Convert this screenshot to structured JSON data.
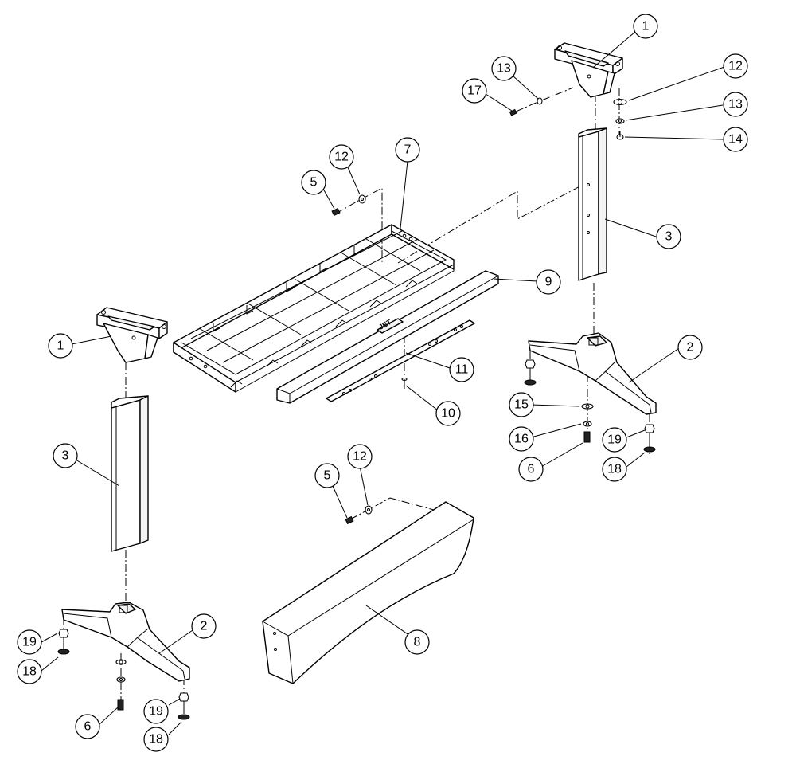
{
  "diagram": {
    "brand_text": "JET",
    "callouts": {
      "c1a": "1",
      "c1b": "1",
      "c2a": "2",
      "c2b": "2",
      "c3a": "3",
      "c3b": "3",
      "c5a": "5",
      "c5b": "5",
      "c6a": "6",
      "c6b": "6",
      "c7": "7",
      "c8": "8",
      "c9": "9",
      "c10": "10",
      "c11": "11",
      "c12a": "12",
      "c12b": "12",
      "c12c": "12",
      "c13a": "13",
      "c13b": "13",
      "c14": "14",
      "c15": "15",
      "c16": "16",
      "c17": "17",
      "c18a": "18",
      "c18b": "18",
      "c18c": "18",
      "c19a": "19",
      "c19b": "19",
      "c19c": "19"
    }
  }
}
